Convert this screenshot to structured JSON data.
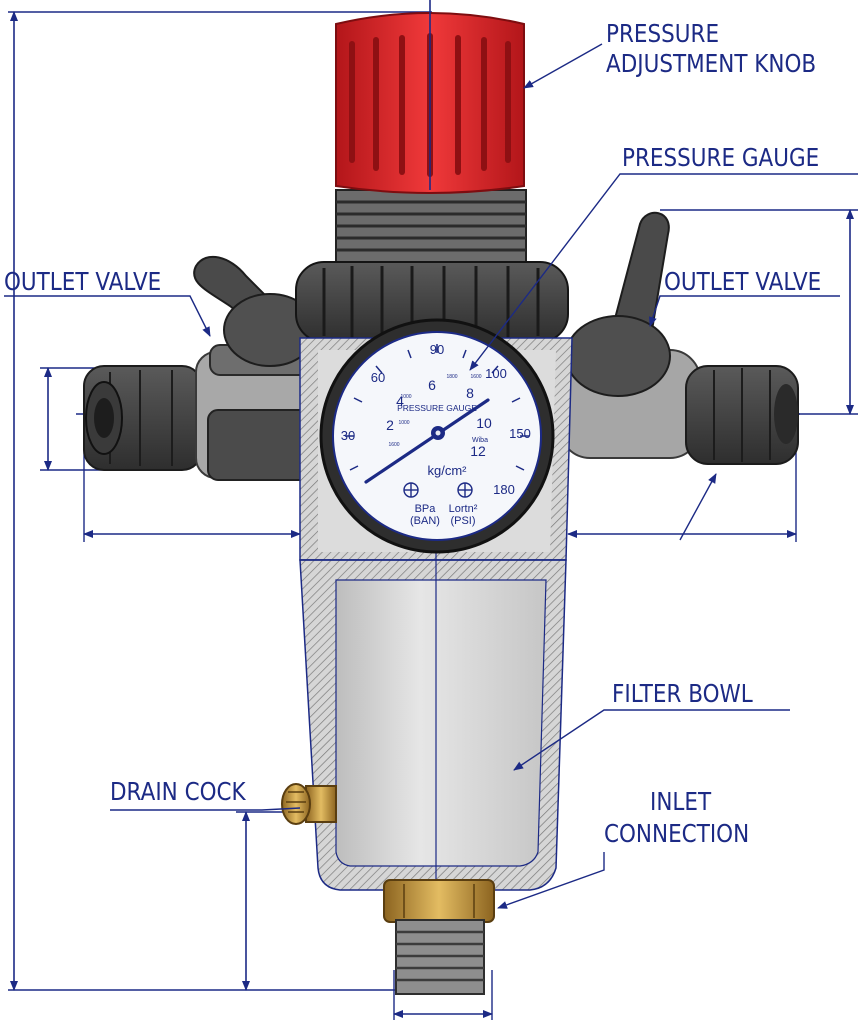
{
  "labels": {
    "knob_line1": "PRESSURE",
    "knob_line2": "ADJUSTMENT KNOB",
    "gauge": "PRESSURE GAUGE",
    "outlet_left": "OUTLET VALVE",
    "outlet_right": "OUTLET VALVE",
    "filter_bowl": "FILTER BOWL",
    "drain_cock": "DRAIN COCK",
    "inlet_line1": "INLET",
    "inlet_line2": "CONNECTION"
  },
  "gauge_face": {
    "outer_scale": [
      "30",
      "60",
      "90",
      "100",
      "150",
      "180"
    ],
    "inner_scale": [
      "2",
      "4",
      "6",
      "8",
      "10",
      "12"
    ],
    "title": "PRESSURE GAUGE",
    "unit": "kg/cm²",
    "small_marks": [
      "1600",
      "1000",
      "1000",
      "1800",
      "1600",
      "Wiba"
    ],
    "left_unit_line1": "BPa",
    "left_unit_line2": "(BAN)",
    "right_unit_line1": "Lortn²",
    "right_unit_line2": "(PSI)"
  },
  "colors": {
    "knob": "#e2282a",
    "annotation": "#1c2a85",
    "body": "#c9c9c9",
    "dark_parts": "#3e3e3e",
    "brass": "#c99a3a"
  }
}
